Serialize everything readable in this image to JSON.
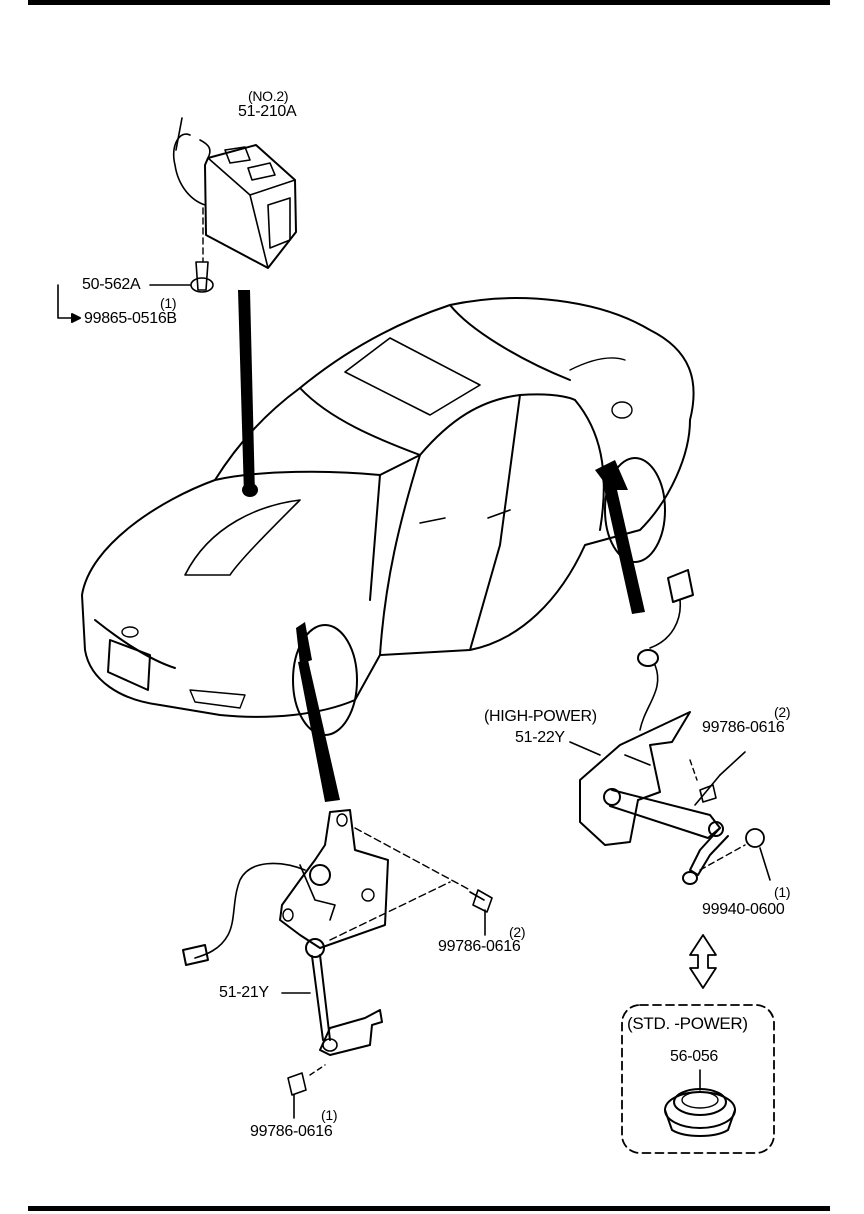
{
  "labels": {
    "ecu_qty": "(NO.2)",
    "ecu_part": "51-210A",
    "bolt_part": "50-562A",
    "bolt_qty": "(1)",
    "bolt_sub": "99865-0516B",
    "rear_variant": "(HIGH-POWER)",
    "rear_sensor": "51-22Y",
    "rear_bolt_qty": "(2)",
    "rear_bolt": "99786-0616",
    "rear_nut_qty": "(1)",
    "rear_nut": "99940-0600",
    "front_bolt_qty": "(2)",
    "front_bolt": "99786-0616",
    "front_sensor": "51-21Y",
    "front_low_bolt_qty": "(1)",
    "front_low_bolt": "99786-0616",
    "std_variant": "(STD. -POWER)",
    "std_part": "56-056"
  }
}
